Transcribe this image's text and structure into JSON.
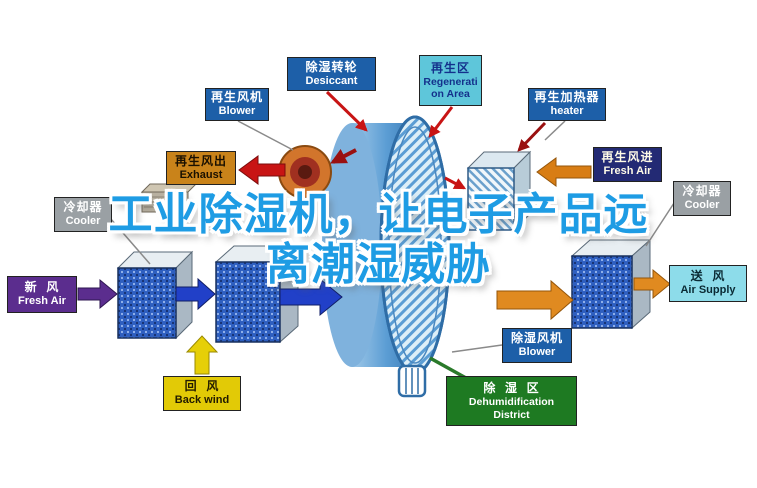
{
  "title": {
    "line1": "工业除湿机，让电子产品远",
    "line2": "离潮湿威胁"
  },
  "labels": {
    "regen_blower": {
      "line1": "再生风机",
      "line2": "Blower"
    },
    "desiccant": {
      "line1": "除湿转轮",
      "line2": "Desiccant"
    },
    "regen_area": {
      "line1": "再生区",
      "line2": "Regenerati",
      "line3": "on Area"
    },
    "regen_heater": {
      "line1": "再生加热器",
      "line2": "heater"
    },
    "exhaust": {
      "line1": "再生风出",
      "line2": "Exhaust"
    },
    "regen_fresh_air": {
      "line1": "再生风进",
      "line2": "Fresh Air"
    },
    "cooler_left": {
      "line1": "冷却器",
      "line2": "Cooler"
    },
    "cooler_right": {
      "line1": "冷却器",
      "line2": "Cooler"
    },
    "fresh_air": {
      "line1": "新  风",
      "line2": "Fresh Air"
    },
    "back_wind": {
      "line1": "回  风",
      "line2": "Back wind"
    },
    "air_supply": {
      "line1": "送  风",
      "line2": "Air Supply"
    },
    "dehumid_blower": {
      "line1": "除湿风机",
      "line2": "Blower"
    },
    "dehumid_district": {
      "line1": "除  湿  区",
      "line2": "Dehumidification",
      "line3": "District"
    }
  },
  "colors": {
    "title_blue": "#1e9ce4",
    "label_blue": "#1d5fa8",
    "label_cyan": "#5ec6da",
    "label_orange": "#c9831a",
    "label_navy": "#232a74",
    "label_gray": "#9aa0a4",
    "label_purple": "#5b2d8e",
    "label_yellow": "#e2ca06",
    "label_light_cyan": "#8ddcea",
    "label_green": "#1e7a22",
    "arrow_red": "#c81414",
    "arrow_orange": "#e08a20",
    "arrow_blue": "#2140c8"
  }
}
